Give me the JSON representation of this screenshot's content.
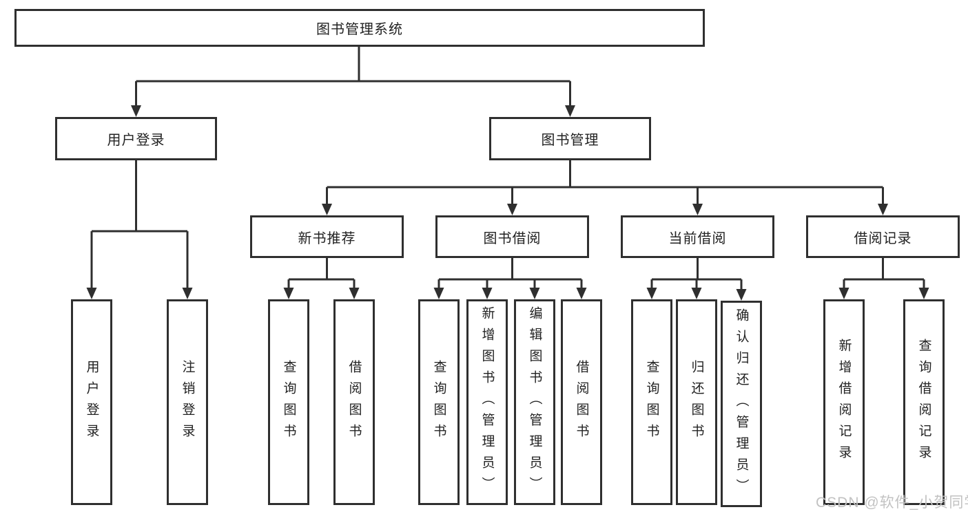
{
  "diagram": {
    "root": {
      "label": "图书管理系统"
    },
    "branches": [
      {
        "label": "用户登录",
        "children": [
          "用户登录",
          "注销登录"
        ]
      },
      {
        "label": "图书管理",
        "sections": [
          {
            "label": "新书推荐",
            "children": [
              "查询图书",
              "借阅图书"
            ]
          },
          {
            "label": "图书借阅",
            "children": [
              "查询图书",
              "新增图书（管理员）",
              "编辑图书（管理员）",
              "借阅图书"
            ]
          },
          {
            "label": "当前借阅",
            "children": [
              "查询图书",
              "归还图书",
              "确认归还（管理员）"
            ]
          },
          {
            "label": "借阅记录",
            "children": [
              "新增借阅记录",
              "查询借阅记录"
            ]
          }
        ]
      }
    ]
  },
  "watermark": {
    "label": "CSDN @软件_小贺同学",
    "color": "#c2c2c2"
  },
  "colors": {
    "line": "#2f2f2f",
    "box_border": "#2f2f2f",
    "text": "#222222",
    "background": "#ffffff"
  }
}
